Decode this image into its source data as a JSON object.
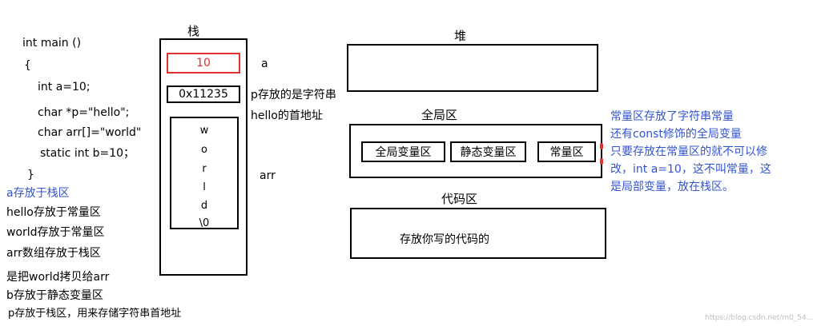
{
  "code": {
    "lines": [
      "int main  ()",
      "{",
      "int  a=10;",
      "char *p=\"hello\";",
      "char arr[]=\"world\"",
      "static int b=10；",
      "}"
    ]
  },
  "stack": {
    "title": "栈",
    "var_a_value": "10",
    "var_p_value": "0x11235",
    "arr_chars": [
      "w",
      "o",
      "r",
      "l",
      "d",
      "\\0"
    ],
    "label_a": "a",
    "label_p_line1": "p存放的是字符串",
    "label_p_line2": "hello的首地址",
    "label_arr": "arr",
    "highlight_color": "#e03030"
  },
  "heap": {
    "title": "堆"
  },
  "global_area": {
    "title": "全局区",
    "cells": [
      "全局变量区",
      "静态变量区",
      "常量区"
    ]
  },
  "code_area": {
    "title": "代码区",
    "content": "存放你写的代码的"
  },
  "constant_note": {
    "lines": [
      "常量区存放了字符串常量",
      "还有const修饰的全局变量",
      "只要存放在常量区的就不可以修",
      "改，int a=10，这不叫常量，这",
      "是局部变量，放在栈区。"
    ],
    "color": "#3355cc"
  },
  "notes": {
    "a_note": "a存放于栈区",
    "hello_note": "hello存放于常量区",
    "world_note": "world存放于常量区",
    "arr_note": "arr数组存放于栈区",
    "copy_note": "是把world拷贝给arr",
    "b_note": "b存放于静态变量区",
    "p_note": "p存放于栈区，用来存储字符串首地址"
  },
  "watermark": "https://blog.csdn.net/m0_54..."
}
